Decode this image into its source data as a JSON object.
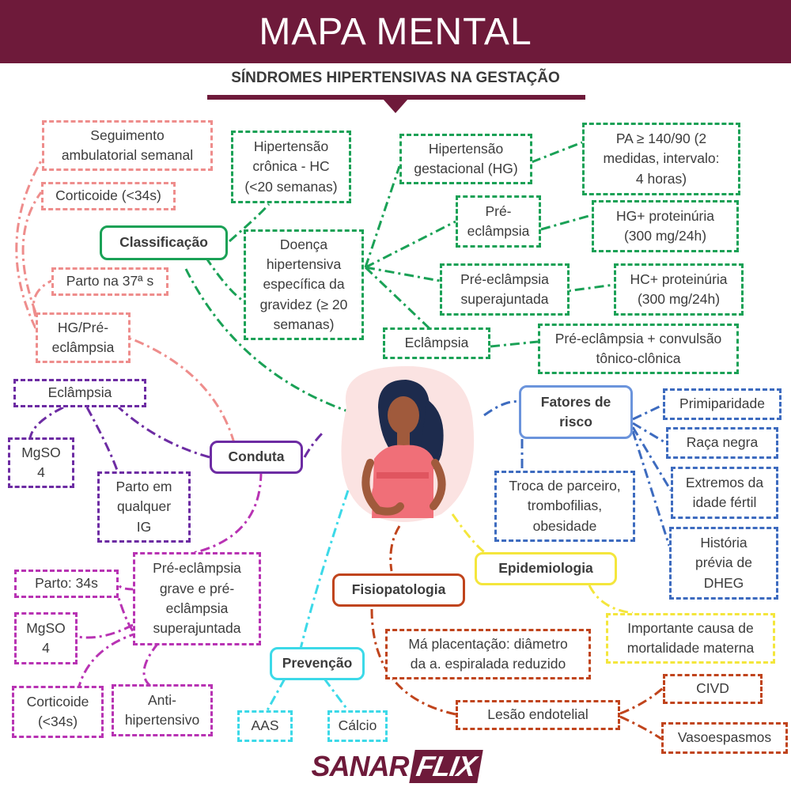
{
  "header": {
    "title": "MAPA MENTAL",
    "subtitle": "SÍNDROMES HIPERTENSIVAS NA GESTAÇÃO"
  },
  "colors": {
    "primary": "#6e1a3a",
    "classificacao": "#1aa156",
    "conduta_hg": "#ee8d8c",
    "conduta_eclampsia": "#6d2ca3",
    "conduta_pe_grave": "#b833b3",
    "fatores": "#3d6bbf",
    "epidemiologia": "#f4e63c",
    "prevencao": "#3cd9e8",
    "fisiopatologia": "#c0441c"
  },
  "center": {
    "image": "pregnant-woman-illustration"
  },
  "classificacao": {
    "title": "Classificação",
    "hc": "Hipertensão\ncrônica - HC\n(<20 semanas)",
    "dhe": "Doença\nhipertensiva\nespecífica da\ngravidez (≥ 20\nsemanas)",
    "hg": "Hipertensão\ngestacional (HG)",
    "hg_desc": "PA ≥ 140/90 (2\nmedidas, intervalo:\n4 horas)",
    "pe": "Pré-\neclâmpsia",
    "pe_desc": "HG+ proteinúria\n(300 mg/24h)",
    "pes": "Pré-eclâmpsia\nsuperajuntada",
    "pes_desc": "HC+ proteinúria\n(300 mg/24h)",
    "ecl": "Eclâmpsia",
    "ecl_desc": "Pré-eclâmpsia + convulsão\ntônico-clônica"
  },
  "conduta": {
    "title": "Conduta",
    "hg_pe": "HG/Pré-\neclâmpsia",
    "seguimento": "Seguimento\nambulatorial semanal",
    "corticoide_top": "Corticoide (<34s)",
    "parto37": "Parto na 37ª s",
    "eclampsia": "Eclâmpsia",
    "mgso4_top": "MgSO\n4",
    "parto_qualquer": "Parto em\nqualquer\nIG",
    "pe_grave": "Pré-eclâmpsia\ngrave e pré-\neclâmpsia\nsuperajuntada",
    "parto34": "Parto: 34s",
    "mgso4_bottom": "MgSO\n4",
    "corticoide_bottom": "Corticoide\n(<34s)",
    "anti_hipertensivo": "Anti-\nhipertensivo"
  },
  "fatores": {
    "title": "Fatores de\nrisco",
    "primiparidade": "Primiparidade",
    "raca": "Raça negra",
    "extremos": "Extremos da\nidade fértil",
    "historia": "História\nprévia de\nDHEG",
    "troca": "Troca de parceiro,\ntrombofilias,\nobesidade"
  },
  "epidemiologia": {
    "title": "Epidemiologia",
    "desc": "Importante causa de\nmortalidade materna"
  },
  "fisiopatologia": {
    "title": "Fisiopatologia",
    "placentacao": "Má placentação: diâmetro\nda a. espiralada reduzido",
    "lesao": "Lesão endotelial",
    "civd": "CIVD",
    "vaso": "Vasoespasmos"
  },
  "prevencao": {
    "title": "Prevenção",
    "aas": "AAS",
    "calcio": "Cálcio"
  },
  "logo": {
    "part1": "SANAR",
    "part2": "FLIX"
  }
}
